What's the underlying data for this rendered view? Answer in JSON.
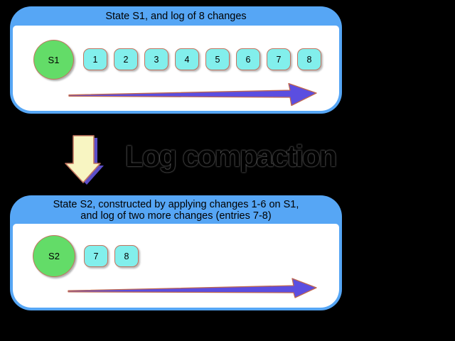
{
  "colors": {
    "background": "#000000",
    "panel_blue": "#56A6F5",
    "panel_body": "#FFFFFF",
    "state_green": "#63DC68",
    "entry_cyan": "#82EFEC",
    "shape_outline": "#C1745F",
    "arrow_fill": "#5B4EE0",
    "arrow_outline": "#C0674F",
    "down_arrow_fill": "#F8F5C2",
    "down_arrow_shadow": "#5B4EC8",
    "text": "#000000"
  },
  "top_panel": {
    "title": "State S1, and log of 8 changes",
    "state_label": "S1",
    "log_entries": [
      "1",
      "2",
      "3",
      "4",
      "5",
      "6",
      "7",
      "8"
    ]
  },
  "transition": {
    "label": "Log compaction"
  },
  "bottom_panel": {
    "title_line1": "State S2, constructed by applying changes 1-6 on S1,",
    "title_line2": "and log of two more changes (entries 7-8)",
    "state_label": "S2",
    "log_entries": [
      "7",
      "8"
    ]
  }
}
